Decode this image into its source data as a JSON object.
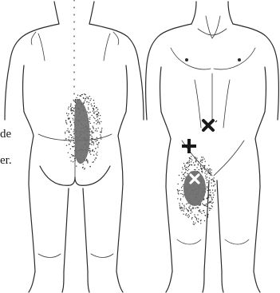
{
  "figure": {
    "caption_fragments": [
      "de",
      "er."
    ],
    "colors": {
      "outline": "#2a2a2a",
      "pain_zone": "#6e6e6e",
      "marker": "#1a1a1a",
      "marker_light": "#ffffff"
    },
    "icons": {
      "spine_markers": "chevron-glyph",
      "trigger_x": "x-cross-icon",
      "trigger_plus": "plus-cross-icon",
      "trigger_x_white": "white-x-icon"
    }
  }
}
